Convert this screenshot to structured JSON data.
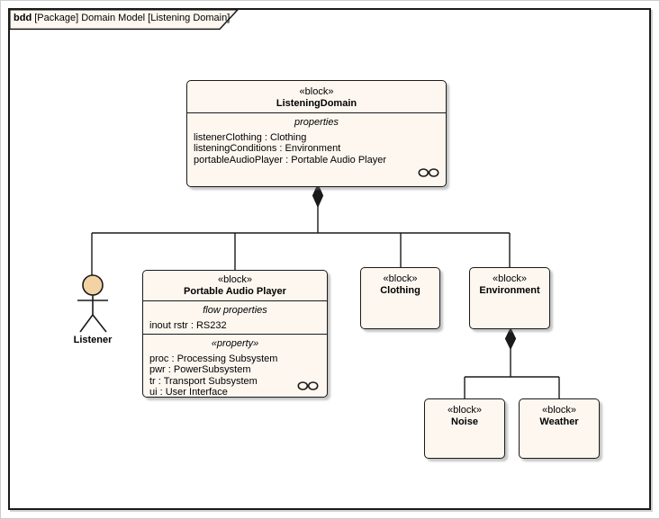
{
  "frame": {
    "keyword": "bdd",
    "title": " [Package] Domain Model [Listening Domain]"
  },
  "actor": {
    "name": "Listener"
  },
  "blocks": {
    "listening_domain": {
      "stereotype": "«block»",
      "name": "ListeningDomain",
      "properties_label": "properties",
      "properties": [
        "listenerClothing : Clothing",
        "listeningConditions : Environment",
        "portableAudioPlayer : Portable Audio Player"
      ]
    },
    "portable_audio_player": {
      "stereotype": "«block»",
      "name": "Portable Audio Player",
      "flow_properties_label": "flow properties",
      "flow_properties": [
        "inout rstr : RS232"
      ],
      "parts_label": "«property»",
      "parts": [
        "proc : Processing Subsystem",
        "pwr : PowerSubsystem",
        "tr : Transport Subsystem",
        "ui : User Interface"
      ]
    },
    "clothing": {
      "stereotype": "«block»",
      "name": "Clothing"
    },
    "environment": {
      "stereotype": "«block»",
      "name": "Environment"
    },
    "noise": {
      "stereotype": "«block»",
      "name": "Noise"
    },
    "weather": {
      "stereotype": "«block»",
      "name": "Weather"
    }
  },
  "icons": {
    "composite_structure": "two linked ovals (eyeglasses) composite-structure indicator",
    "composition_diamond": "filled black diamond (composite aggregation)",
    "actor": "stick figure with filled head"
  },
  "colors": {
    "block_fill": "#FDF7F0",
    "line": "#1A1A1A",
    "actor_head": "#F3D2A4",
    "canvas_bg": "#FFFFFF",
    "shadow": "#9A9A9A"
  }
}
